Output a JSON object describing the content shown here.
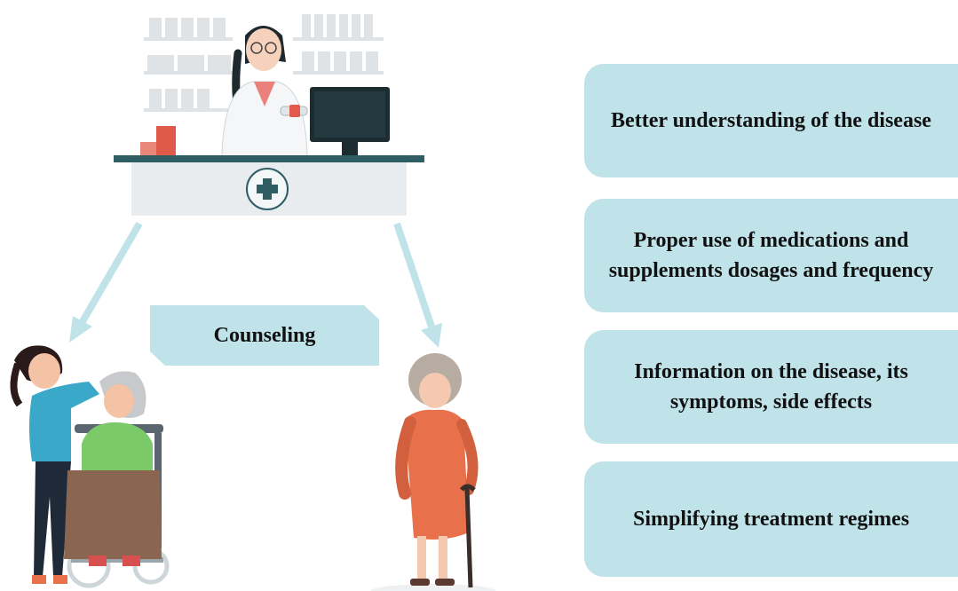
{
  "center_label": "Counseling",
  "benefits": [
    "Better understanding of the disease",
    "Proper use of medications and supplements dosages and frequency",
    "Information on the disease, its symptoms, side effects",
    "Simplifying treatment regimes"
  ],
  "colors": {
    "box_fill": "#bfe3e9",
    "arrow": "#bfe3e9",
    "counter_top": "#2f5d64",
    "counter_body": "#e8ecee",
    "pharmacist_coat": "#ffffff",
    "caregiver_shirt": "#3aa8c8",
    "patient_shirt": "#7cc96a",
    "elderly_dress": "#e8714c"
  },
  "icons": [
    "pharmacist-figure",
    "pharmacy-counter",
    "medical-cross-icon",
    "caregiver-wheelchair-figure",
    "elderly-woman-cane-figure",
    "monitor-icon"
  ]
}
